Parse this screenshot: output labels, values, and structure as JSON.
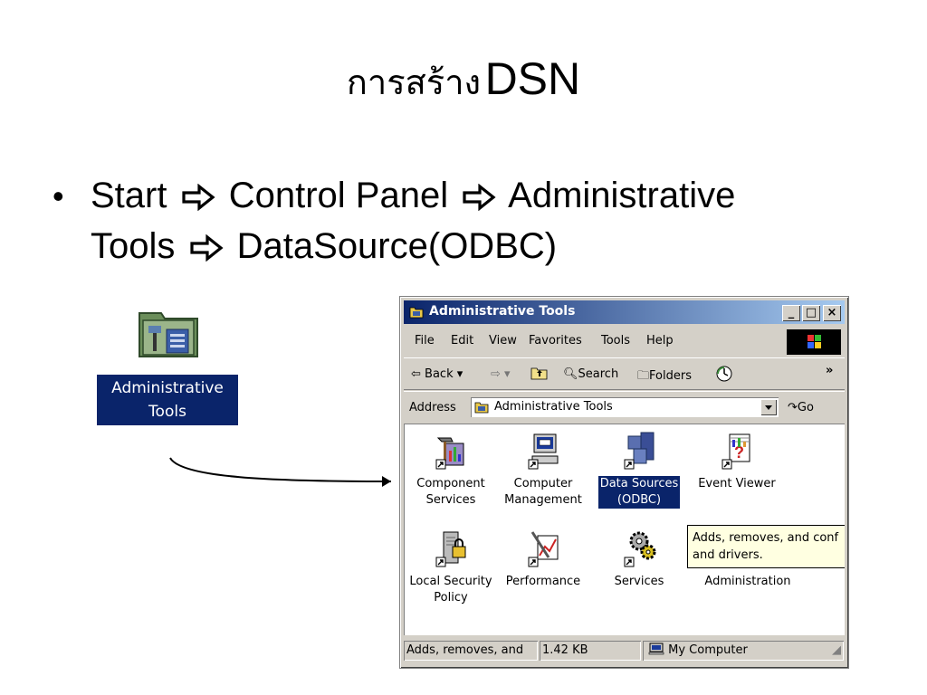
{
  "slide": {
    "title_thai": "การสร้าง",
    "title_latin": "DSN",
    "bullet_glyph": "•",
    "path": [
      "Start",
      "Control Panel",
      "Administrative",
      "Tools",
      "DataSource(ODBC)"
    ]
  },
  "desktop_icon": {
    "label_line1": "Administrative",
    "label_line2": "Tools"
  },
  "window": {
    "title": "Administrative Tools",
    "menu": [
      "File",
      "Edit",
      "View",
      "Favorites",
      "Tools",
      "Help"
    ],
    "toolbar": {
      "back": "Back",
      "search": "Search",
      "folders": "Folders",
      "more": "»"
    },
    "address": {
      "label": "Address",
      "value": "Administrative Tools",
      "go": "Go"
    },
    "items": [
      {
        "line1": "Component",
        "line2": "Services",
        "icon": "component-services-icon"
      },
      {
        "line1": "Computer",
        "line2": "Management",
        "icon": "computer-management-icon"
      },
      {
        "line1": "Data Sources",
        "line2": "(ODBC)",
        "icon": "data-sources-icon",
        "selected": true
      },
      {
        "line1": "Event Viewer",
        "line2": "",
        "icon": "event-viewer-icon"
      },
      {
        "line1": "Local Security",
        "line2": "Policy",
        "icon": "local-security-icon"
      },
      {
        "line1": "Performance",
        "line2": "",
        "icon": "performance-icon"
      },
      {
        "line1": "Services",
        "line2": "",
        "icon": "services-icon"
      },
      {
        "line1": "",
        "line2": "Administration",
        "icon": "server-icon"
      }
    ],
    "tooltip": {
      "line1": "Adds, removes, and conf",
      "line2": "and drivers."
    },
    "status": {
      "description": "Adds, removes, and",
      "size": "1.42 KB",
      "zone": "My Computer"
    }
  },
  "colors": {
    "selection": "#0a246a",
    "face": "#d4d0c8",
    "tooltip_bg": "#ffffe1"
  }
}
